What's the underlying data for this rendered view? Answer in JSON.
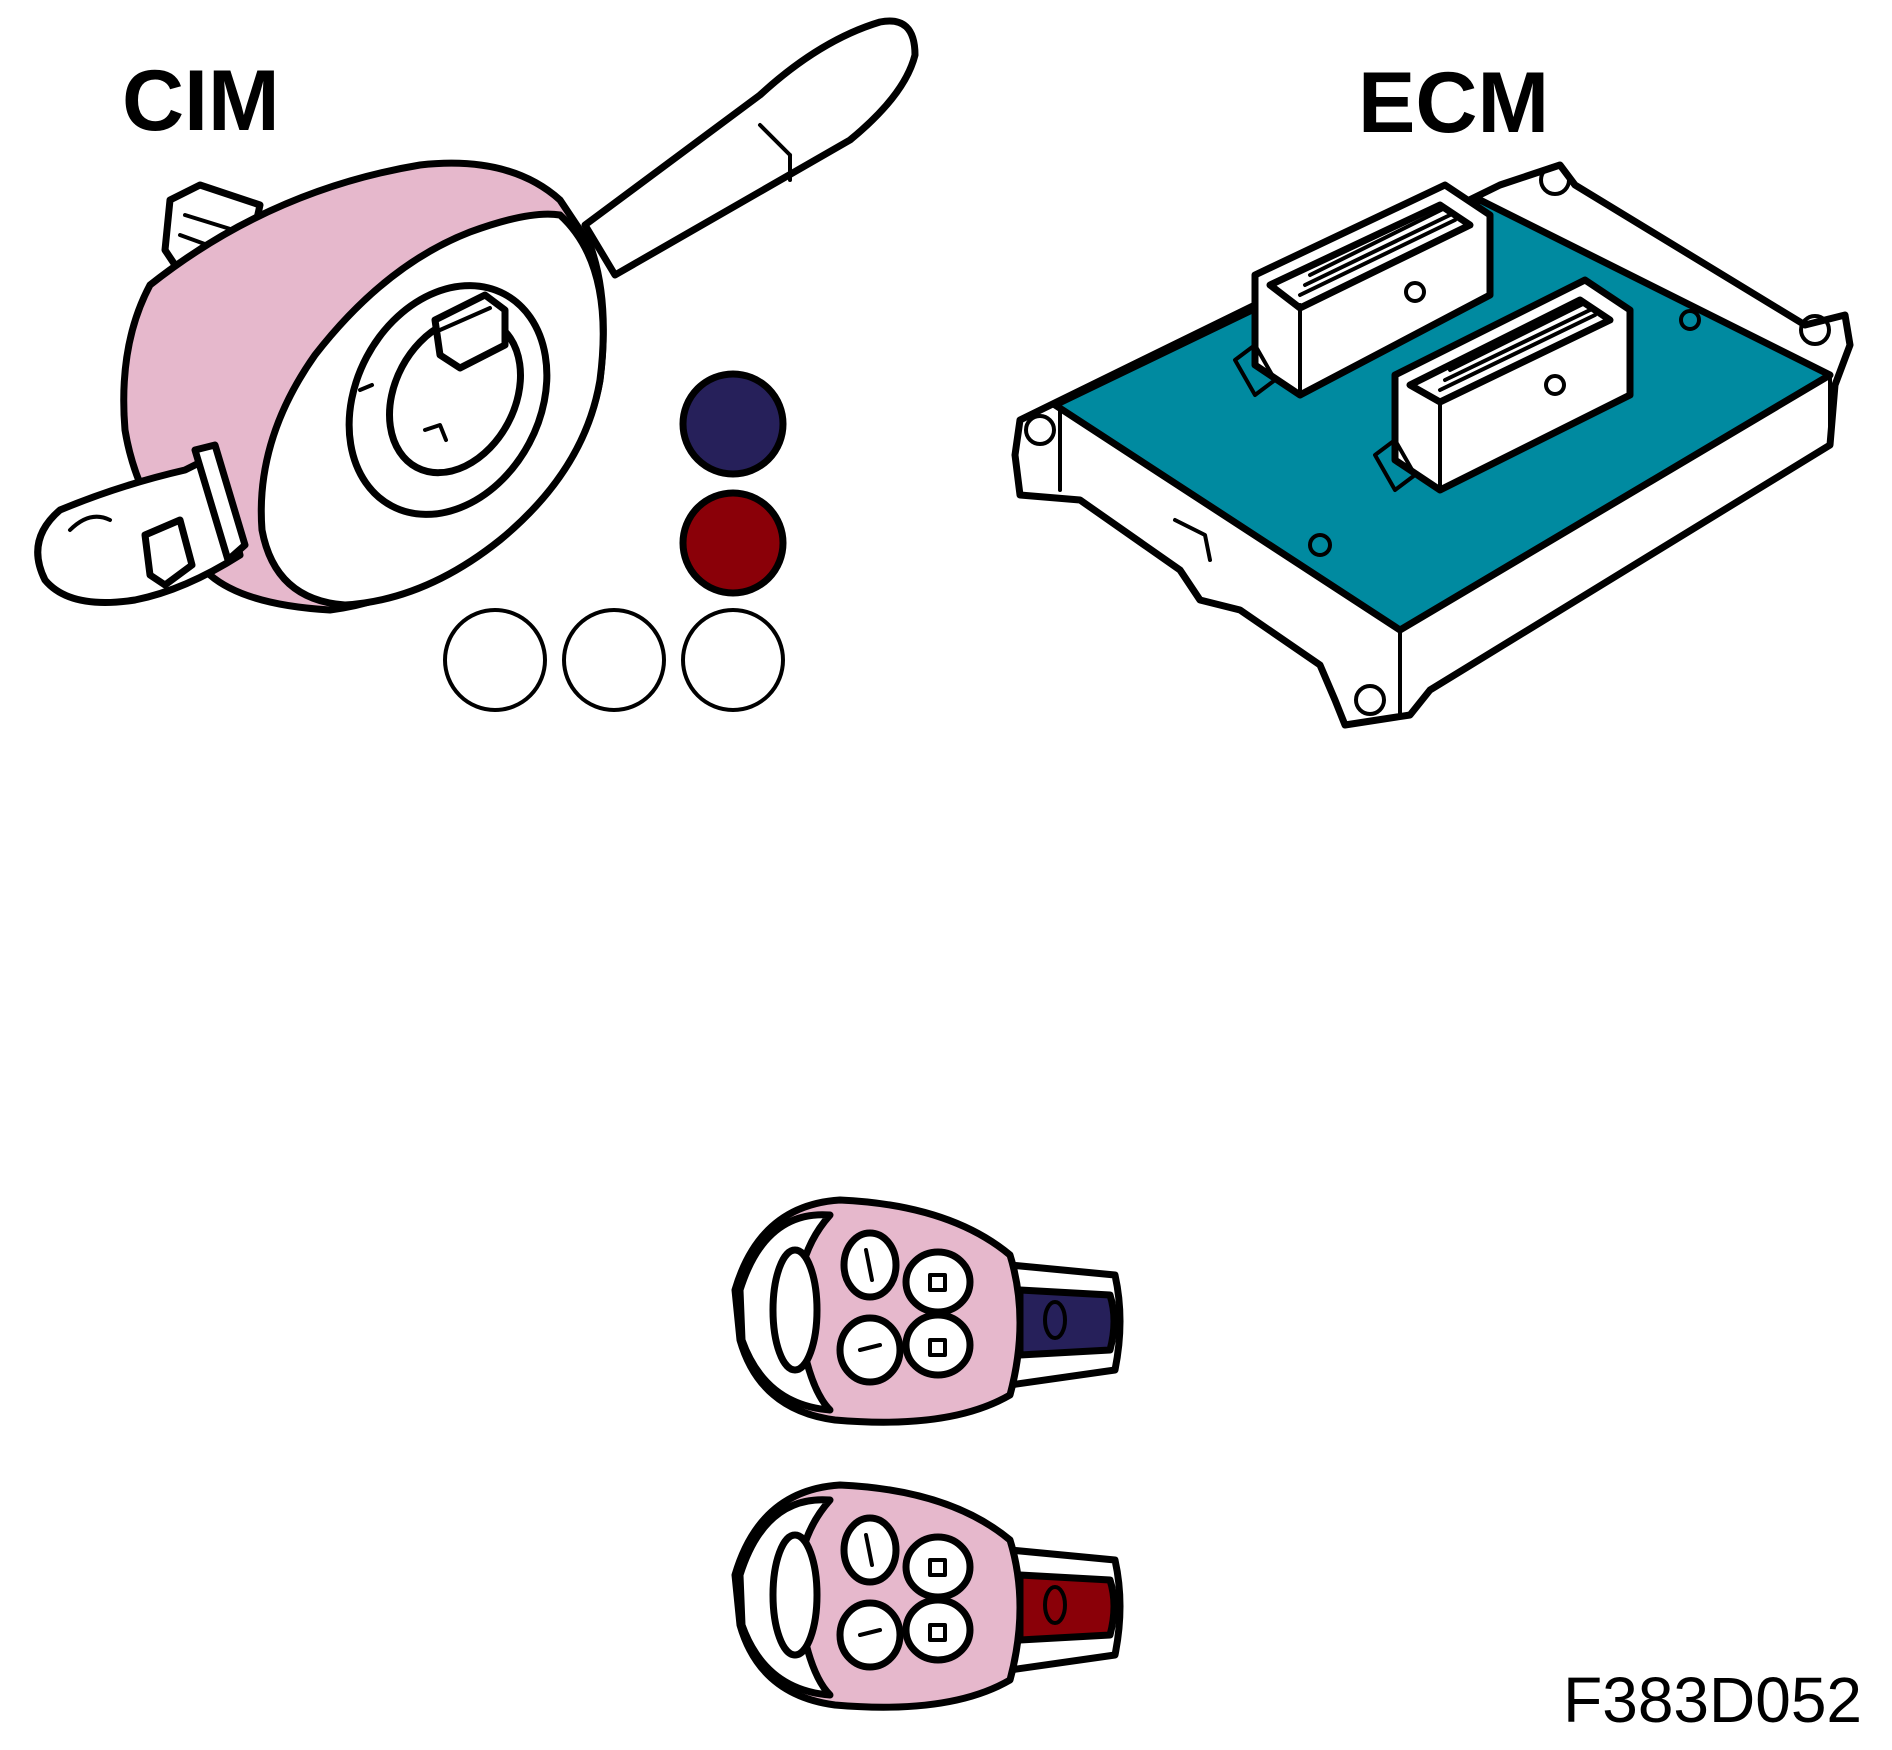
{
  "labels": {
    "cim": "CIM",
    "ecm": "ECM",
    "figure_code": "F383D052"
  },
  "colors": {
    "cim_body": "#e6b8cc",
    "ecm_board": "#008aa0",
    "key_body": "#e6b8cc",
    "marker_blue": "#26205a",
    "marker_red": "#8a0008",
    "marker_empty": "#ffffff",
    "outline": "#000000"
  },
  "markers": [
    {
      "name": "blue",
      "color_key": "marker_blue"
    },
    {
      "name": "red",
      "color_key": "marker_red"
    },
    {
      "name": "empty-1",
      "color_key": "marker_empty"
    },
    {
      "name": "empty-2",
      "color_key": "marker_empty"
    },
    {
      "name": "empty-3",
      "color_key": "marker_empty"
    }
  ],
  "keys": [
    {
      "name": "key-blue",
      "band_color_key": "marker_blue"
    },
    {
      "name": "key-red",
      "band_color_key": "marker_red"
    }
  ]
}
